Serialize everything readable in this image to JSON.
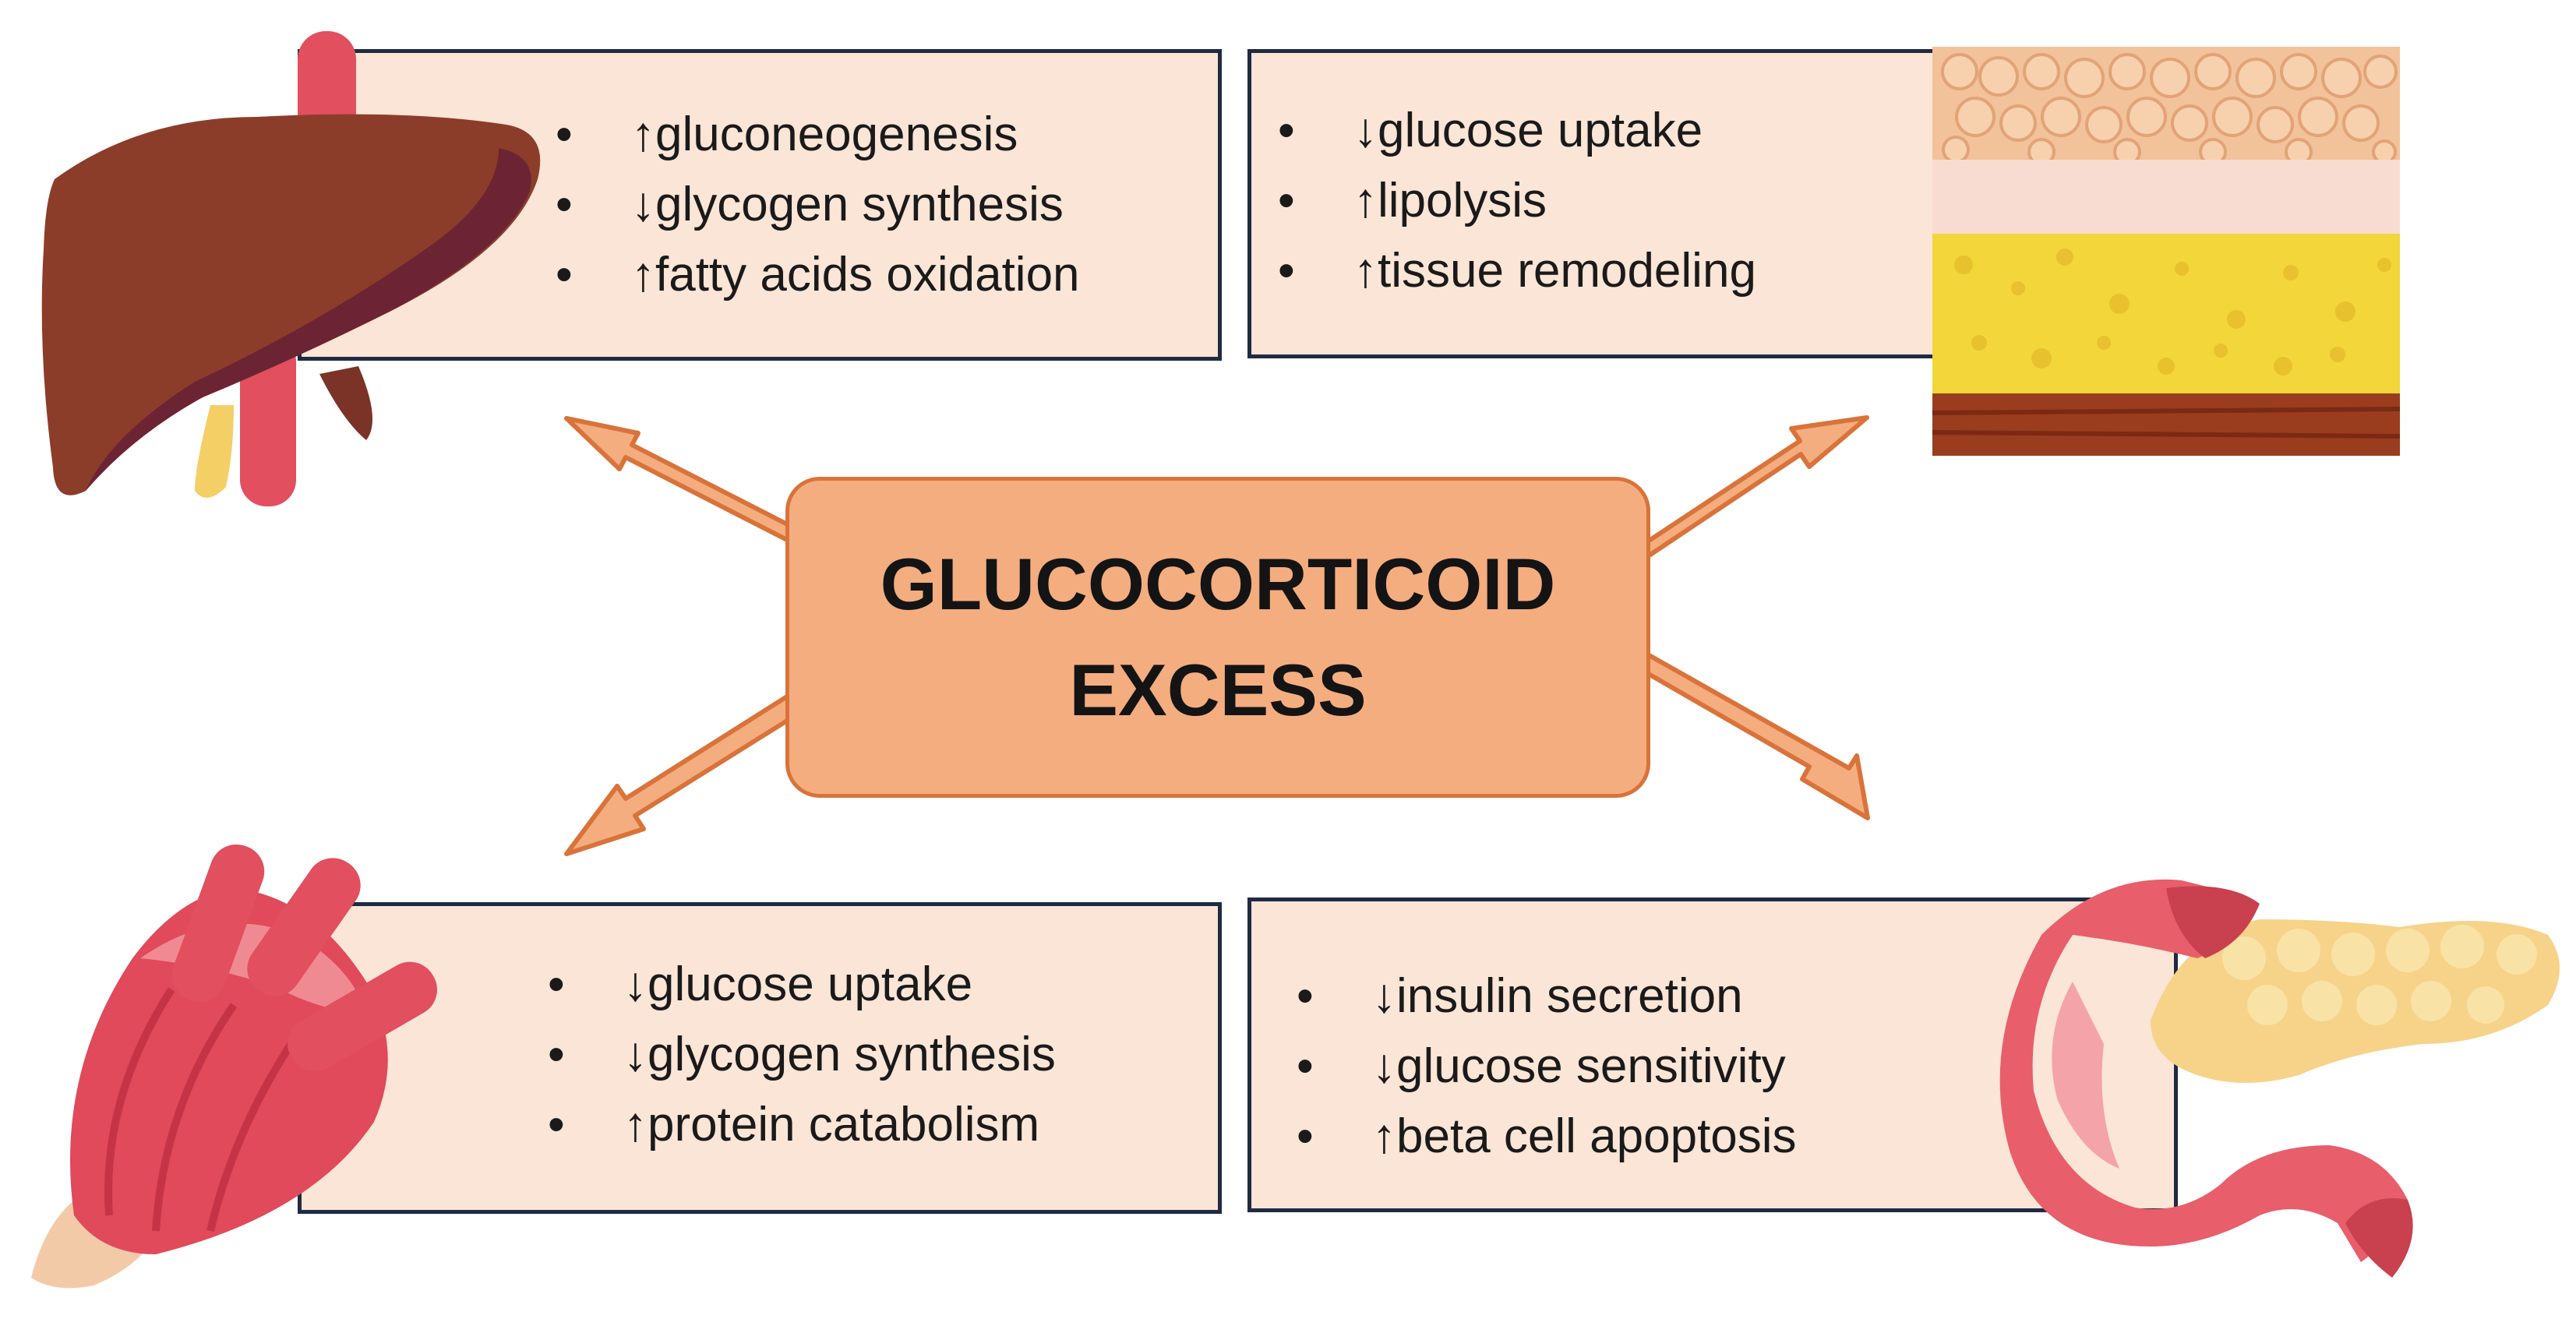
{
  "center": {
    "title": "GLUCOCORTICOID\nEXCESS"
  },
  "liver": {
    "effects": [
      "↑gluconeogenesis",
      "↓glycogen synthesis",
      "↑fatty acids oxidation"
    ]
  },
  "adipose": {
    "effects": [
      "↓glucose uptake",
      "↑lipolysis",
      "↑tissue remodeling"
    ]
  },
  "muscle": {
    "effects": [
      "↓glucose uptake",
      "↓glycogen synthesis",
      "↑protein catabolism"
    ]
  },
  "pancreas": {
    "effects": [
      "↓insulin secretion",
      "↓glucose sensitivity",
      "↑beta cell apoptosis"
    ]
  },
  "icons": [
    "liver-icon",
    "adipose-tissue-icon",
    "muscle-icon",
    "pancreas-icon"
  ],
  "colors": {
    "box_fill": "#fae5d6",
    "box_border": "#1f2a44",
    "center_fill": "#f4ad7f",
    "center_border": "#d9733a",
    "arrow_fill": "#f4ad7f",
    "arrow_border": "#d9733a"
  }
}
